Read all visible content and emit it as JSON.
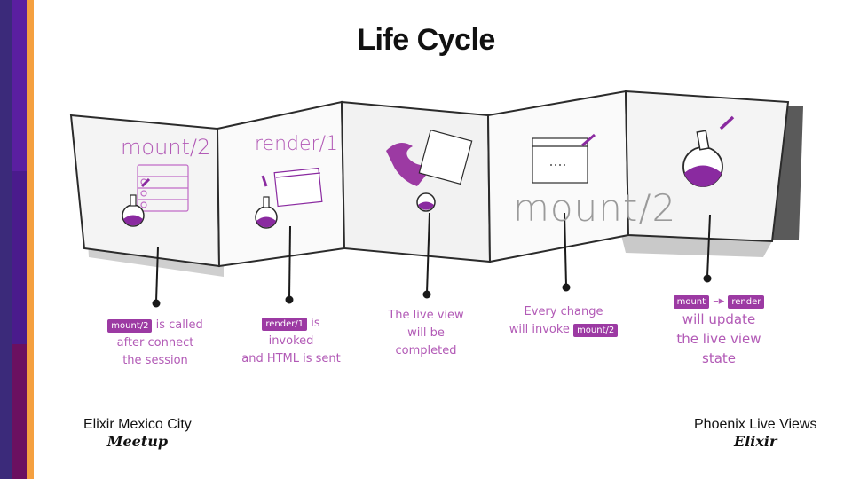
{
  "title": "Life Cycle",
  "panels": [
    {
      "label": "mount/2",
      "caption_tag": "mount/2",
      "caption_lines": [
        "is called",
        "after connect",
        "the session"
      ]
    },
    {
      "label": "render/1",
      "caption_tag": "render/1",
      "caption_lines": [
        "is invoked",
        "and HTML is sent"
      ]
    },
    {
      "label": "",
      "caption_tag": "",
      "caption_lines": [
        "The live view",
        "will be",
        "completed"
      ]
    },
    {
      "label": "mount/2",
      "caption_tag": "mount/2",
      "caption_lines": [
        "Every change",
        "will invoke"
      ]
    },
    {
      "label": "",
      "caption_tag_a": "mount",
      "caption_tag_b": "render",
      "caption_lines": [
        "will update",
        "the live view",
        "state"
      ]
    }
  ],
  "footer": {
    "left_main": "Elixir Mexico City",
    "left_sub": "Meetup",
    "right_main": "Phoenix Live Views",
    "right_sub": "Elixir"
  },
  "colors": {
    "accent": "#9c3aa3",
    "sidebar_dark": "#3b2a7a",
    "sidebar_orange": "#f5a040"
  }
}
